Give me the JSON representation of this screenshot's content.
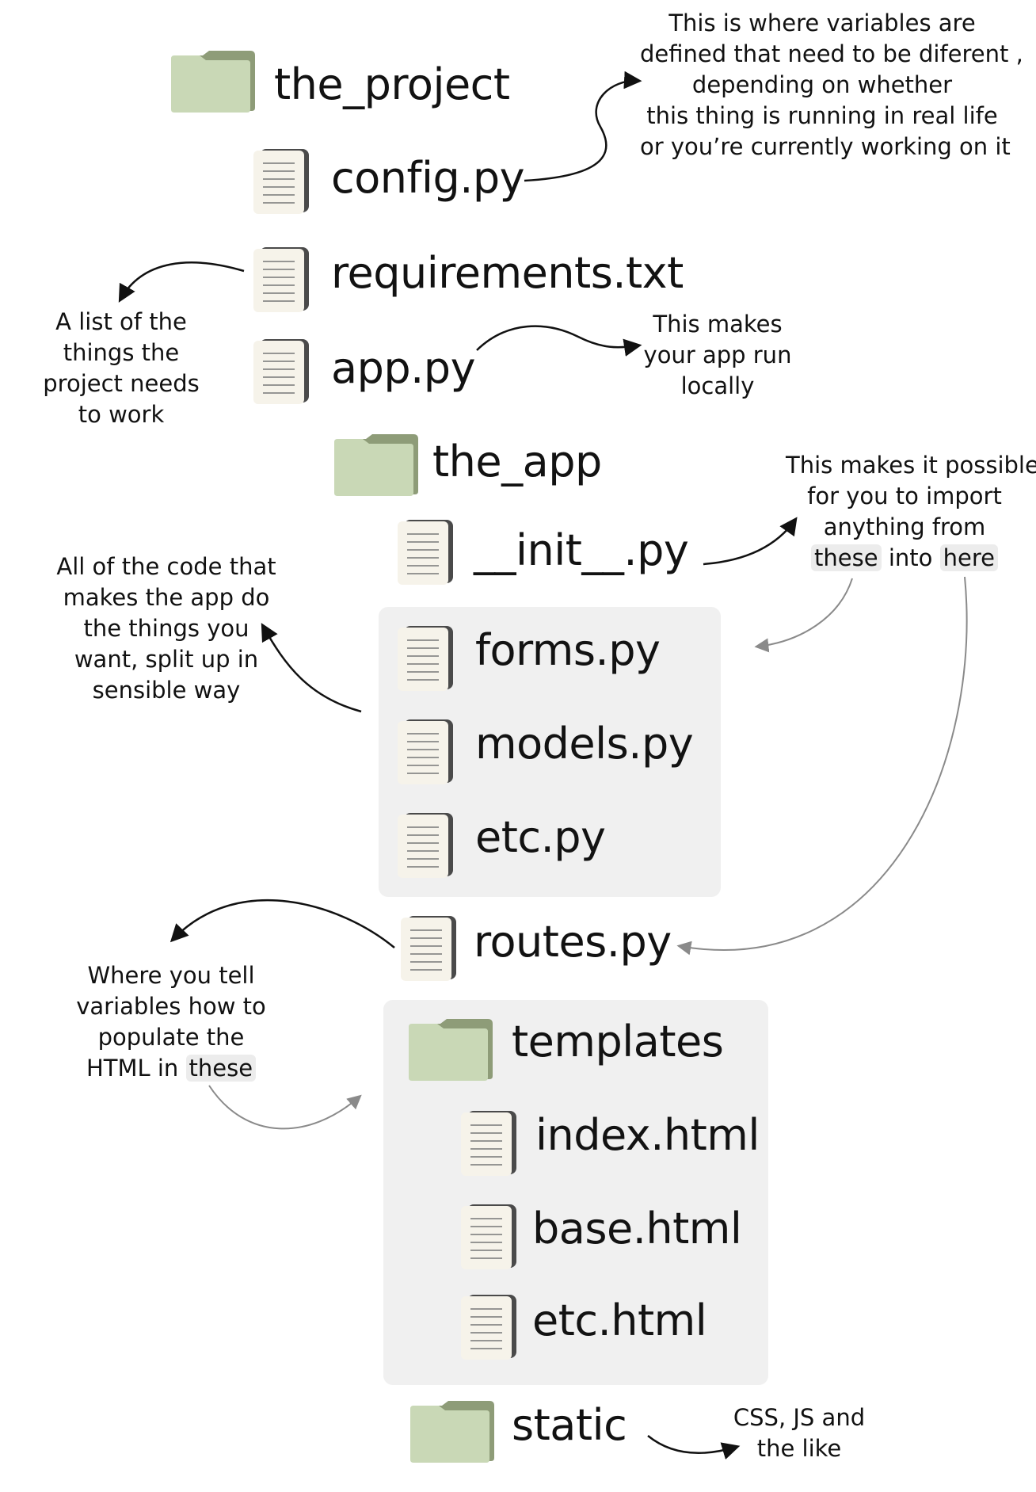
{
  "nodes": {
    "the_project": "the_project",
    "config": "config.py",
    "requirements": "requirements.txt",
    "app": "app.py",
    "the_app": "the_app",
    "init": "__init__.py",
    "forms": "forms.py",
    "models": "models.py",
    "etc_py": "etc.py",
    "routes": "routes.py",
    "templates": "templates",
    "index_html": "index.html",
    "base_html": "base.html",
    "etc_html": "etc.html",
    "static": "static"
  },
  "notes": {
    "config": [
      "This is where variables are",
      "defined that need to be diferent ,",
      "depending on whether",
      "this thing is running in real life",
      "or you’re currently working on it"
    ],
    "requirements": [
      "A list of the",
      "things the",
      "project needs",
      "to work"
    ],
    "app": [
      "This makes",
      "your app run",
      "locally"
    ],
    "init": {
      "lines": [
        "This makes it possible",
        "for you to import",
        "anything from"
      ],
      "word_these": "these",
      "word_into": "into",
      "word_here": "here"
    },
    "code": [
      "All of the code that",
      "makes the app do",
      "the things you",
      "want, split up in",
      "sensible way"
    ],
    "routes": {
      "lines": [
        "Where you tell",
        "variables how to",
        "populate the"
      ],
      "last_prefix": "HTML in",
      "word_these": "these"
    },
    "static": [
      "CSS, JS and",
      "the like"
    ]
  },
  "colors": {
    "folder_front": "#c9d8b6",
    "folder_back": "#8e9c78",
    "file_page": "#f6f3ea",
    "file_edge": "#4a4a4a",
    "group_bg": "#f0f0f0",
    "arrow_dark": "#111111",
    "arrow_grey": "#8a8a8a"
  }
}
